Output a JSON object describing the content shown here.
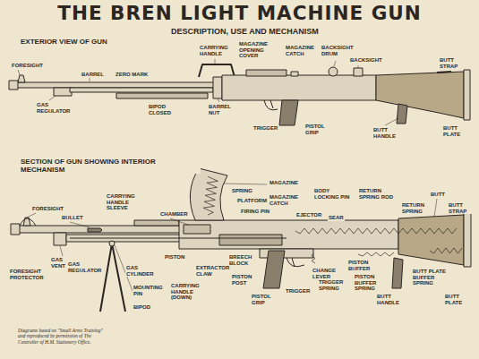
{
  "diagram": {
    "title": "THE BREN LIGHT MACHINE GUN",
    "caption": "Diagrams based on \"Small Arms Training\" and reproduced by permission of The Controller of H.M. Stationery Office.",
    "labels": [
      "DESCRIPTION, USE AND MECHANISM",
      "EXTERIOR VIEW OF GUN",
      "FORESIGHT",
      "BARREL",
      "ZERO MARK",
      "CARRYING HANDLE",
      "MAGAZINE OPENING COVER",
      "MAGAZINE CATCH",
      "BACKSIGHT DRUM",
      "BACKSIGHT",
      "BUTT STRAP",
      "GAS REGULATOR",
      "BIPOD CLOSED",
      "BARREL NUT",
      "TRIGGER",
      "PISTOL GRIP",
      "BUTT HANDLE",
      "BUTT PLATE",
      "SECTION OF GUN SHOWING INTERIOR MECHANISM",
      "FORESIGHT",
      "BULLET",
      "CARRYING HANDLE SLEEVE",
      "CHAMBER",
      "SPRING",
      "PLATFORM",
      "FIRING PIN",
      "MAGAZINE",
      "MAGAZINE CATCH",
      "EJECTOR",
      "BODY LOCKING PIN",
      "SEAR",
      "RETURN SPRING ROD",
      "RETURN SPRING",
      "BUTT",
      "BUTT STRAP",
      "FORESIGHT PROTECTOR",
      "GAS VENT",
      "GAS REGULATOR",
      "GAS CYLINDER",
      "PISTON",
      "MOUNTING PIN",
      "EXTRACTOR CLAW",
      "CARRYING HANDLE (DOWN)",
      "PISTON POST",
      "BREECH BLOCK",
      "CHANGE LEVER",
      "TRIGGER SPRING",
      "TRIGGER",
      "PISTOL GRIP",
      "PISTON BUFFER",
      "PISTON BUFFER SPRING",
      "BUTT HANDLE",
      "BUTT PLATE BUFFER SPRING",
      "BUTT PLATE",
      "BIPOD"
    ]
  }
}
